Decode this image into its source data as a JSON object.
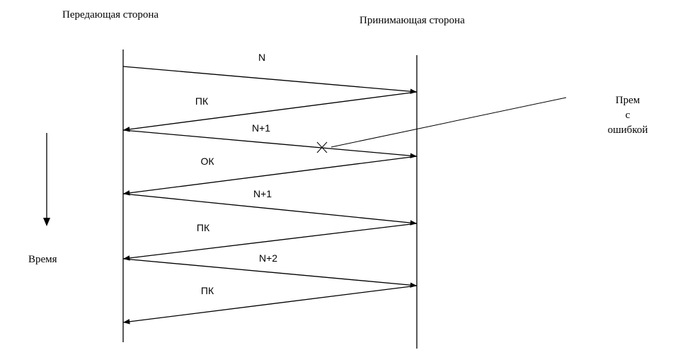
{
  "labels": {
    "sender": "Передающая сторона",
    "receiver": "Принимающая сторона",
    "time": "Время",
    "error_note": [
      "Прем",
      "с",
      "ошибкой"
    ]
  },
  "messages": [
    {
      "label": "N",
      "direction": "to-receiver"
    },
    {
      "label": "ПК",
      "direction": "to-sender"
    },
    {
      "label": "N+1",
      "direction": "to-receiver",
      "lost": true
    },
    {
      "label": "ОК",
      "direction": "to-sender"
    },
    {
      "label": "N+1",
      "direction": "to-receiver"
    },
    {
      "label": "ПК",
      "direction": "to-sender"
    },
    {
      "label": "N+2",
      "direction": "to-receiver"
    },
    {
      "label": "ПК",
      "direction": "to-sender"
    }
  ]
}
